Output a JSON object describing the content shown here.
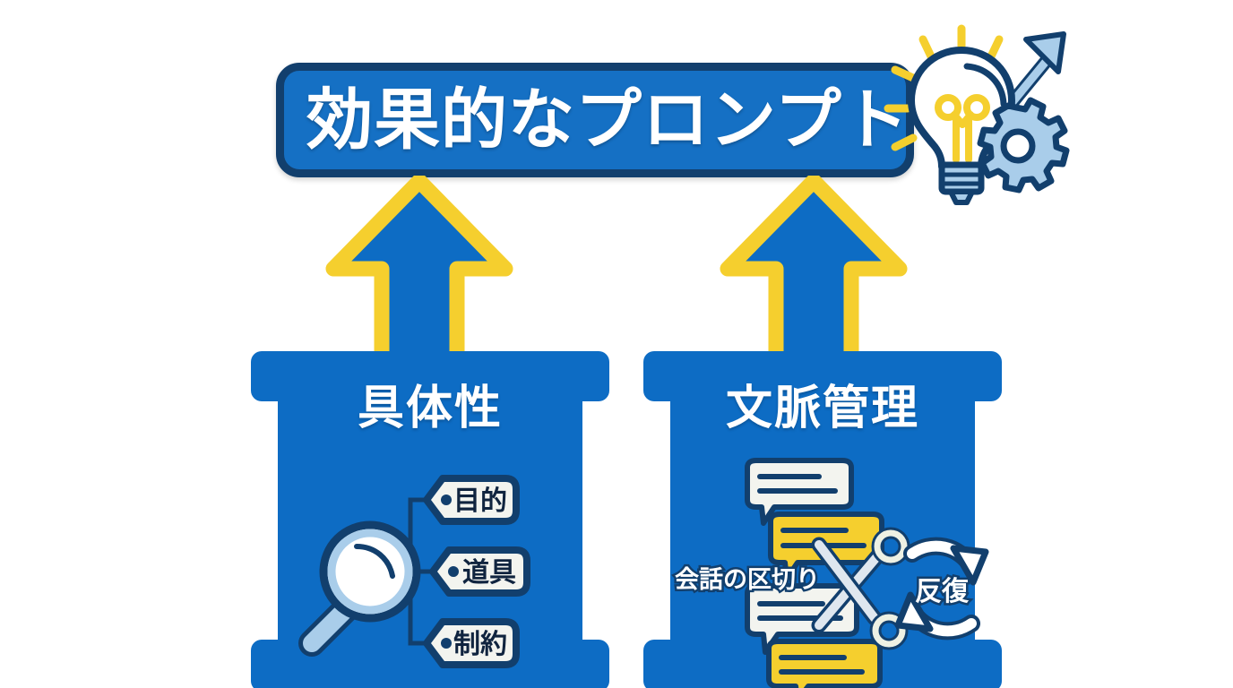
{
  "banner": {
    "title": "効果的なプロンプト",
    "icons": [
      "lightbulb-icon",
      "gear-icon",
      "growth-arrow-icon"
    ]
  },
  "arrows": [
    {
      "name": "arrow-up-left",
      "direction": "up"
    },
    {
      "name": "arrow-up-right",
      "direction": "up"
    }
  ],
  "pillars": [
    {
      "id": "specificity",
      "label": "具体性",
      "icon": "magnifier-icon",
      "tags": [
        "目的",
        "道具",
        "制約"
      ]
    },
    {
      "id": "context-management",
      "label": "文脈管理",
      "icon": "chat-bubbles-scissors-icon",
      "cut_label": "会話の区切り",
      "repeat_label": "反復",
      "bubble_count": 4
    }
  ],
  "colors": {
    "background": "#ffffff",
    "blue": "#0d6cc4",
    "banner_blue": "#1570c4",
    "navy": "#123f6d",
    "yellow": "#f5cf2e",
    "light_blue": "#a9cdea",
    "white": "#ffffff"
  }
}
